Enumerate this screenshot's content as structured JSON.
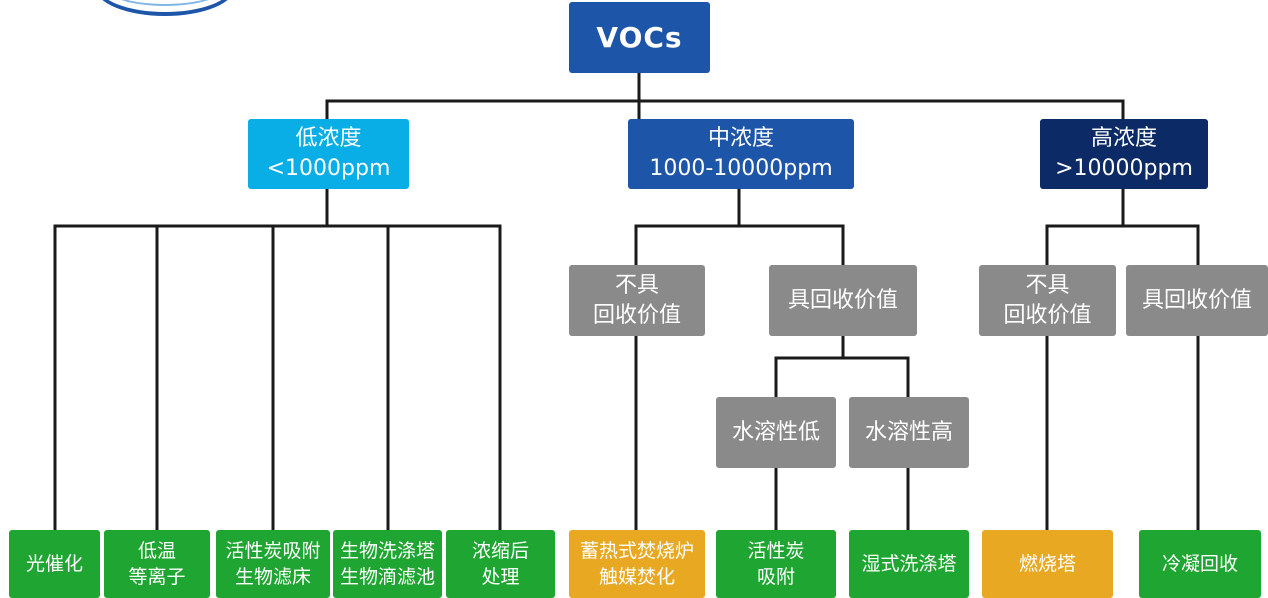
{
  "root": "VOCs",
  "level1": {
    "low": [
      "低浓度",
      "<1000ppm"
    ],
    "mid": [
      "中浓度",
      "1000-10000ppm"
    ],
    "high": [
      "高浓度",
      ">10000ppm"
    ]
  },
  "level2": {
    "mid_no_value": [
      "不具",
      "回收价值"
    ],
    "mid_value": "具回收价值",
    "high_no_value": [
      "不具",
      "回收价值"
    ],
    "high_value": "具回收价值"
  },
  "level3": {
    "low_solubility": "水溶性低",
    "high_solubility": "水溶性高"
  },
  "leaves": {
    "photocatalysis": "光催化",
    "plasma": [
      "低温",
      "等离子"
    ],
    "carbon_bio": [
      "活性炭吸附",
      "生物滤床"
    ],
    "bio_wash": [
      "生物洗涤塔",
      "生物滴滤池"
    ],
    "concentrate": [
      "浓缩后",
      "处理"
    ],
    "rto": [
      "蓄热式焚烧炉",
      "触媒焚化"
    ],
    "carbon_adsorb": [
      "活性炭",
      "吸附"
    ],
    "wet_scrubber": "湿式洗涤塔",
    "combustion": "燃烧塔",
    "condensation": "冷凝回收"
  },
  "colors": {
    "line": "#1a1a1a",
    "root": "#1d55a8",
    "low": "#0aaee6",
    "mid": "#1d55a8",
    "high": "#0b2a66",
    "grey": "#8a8a8a",
    "green": "#1fa531",
    "orange": "#e8a821"
  }
}
